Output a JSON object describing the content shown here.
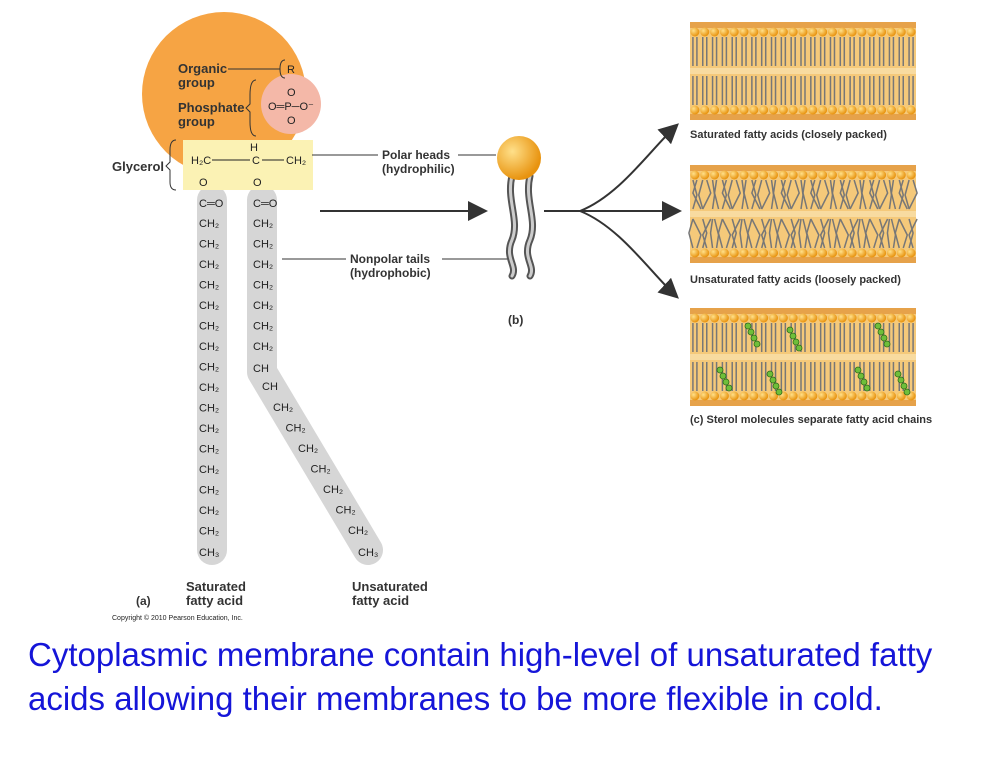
{
  "panel_a": {
    "organic_group": [
      "Organic",
      "group"
    ],
    "r_symbol": "R",
    "phosphate_group": [
      "Phosphate",
      "group"
    ],
    "phosphate_formula": "O═P─O⁻",
    "glycerol": "Glycerol",
    "glycerol_carbons": [
      "H₂C",
      "C",
      "CH₂"
    ],
    "glycerol_h": "H",
    "oxygen": "O",
    "carbonyl": "C═O",
    "ch2": "CH₂",
    "ch": "CH",
    "ch3": "CH₃",
    "saturated_label": [
      "Saturated",
      "fatty acid"
    ],
    "unsaturated_label": [
      "Unsaturated",
      "fatty acid"
    ],
    "panel_letter": "(a)",
    "copyright": "Copyright © 2010 Pearson Education, Inc."
  },
  "panel_b": {
    "polar_heads": [
      "Polar heads",
      "(hydrophilic)"
    ],
    "nonpolar_tails": [
      "Nonpolar tails",
      "(hydrophobic)"
    ],
    "panel_letter": "(b)"
  },
  "panel_c": {
    "saturated_caption": "Saturated fatty acids (closely packed)",
    "unsaturated_caption": "Unsaturated fatty acids (loosely packed)",
    "sterol_caption": "(c) Sterol molecules separate fatty acid chains"
  },
  "caption": "Cytoplasmic membrane contain high-level of unsaturated fatty acids allowing their membranes to be more flexible in cold.",
  "colors": {
    "head": "#f6a444",
    "phosphate": "#f4b8a8",
    "glycerol": "#fbf2b4",
    "tail": "#d6d6d6",
    "membrane": "#f5c97a",
    "sterol": "#6fbf3a",
    "caption": "#1515d8"
  }
}
